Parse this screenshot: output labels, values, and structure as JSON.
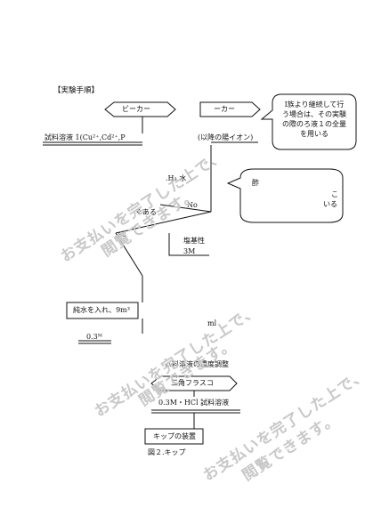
{
  "section_heading": "【実験手順】",
  "beaker_left": "ビーカー",
  "beaker_right": "ーカー",
  "sample_solution": "試料溶液 1(Cu²⁺,Cd²⁺,P",
  "sample_suffix": "(以降の陽イオン)",
  "callout_top": [
    "Ⅰ族より継続して行",
    "う場合は、その実験",
    "の際のろ液１の全量",
    "を用いる"
  ],
  "callout_mid_a": "酢",
  "callout_mid_b": "こ",
  "callout_mid_c": "いる",
  "ammonia_frag": ".H₃ 水",
  "no_label": "No",
  "aru_frag": "ぐある",
  "yes_frag": ".es",
  "hcl_box": [
    "塩基性",
    "3M"
  ],
  "pure_water": "純水を入れ、9m³",
  "ml_frag": "ml",
  "conc_frag": "0.3ᴹ",
  "sample_conc_title": "ㇵ料溶液の濃度調整",
  "triangle_flask": "三角フラスコ",
  "hcl_sample": "0.3M・HCl 試料溶液",
  "kipp_box": "キップの装置",
  "fig_caption": "図２.キップ",
  "watermark_a": "お支払いを完了した上で、",
  "watermark_b": "閲覧できます。"
}
